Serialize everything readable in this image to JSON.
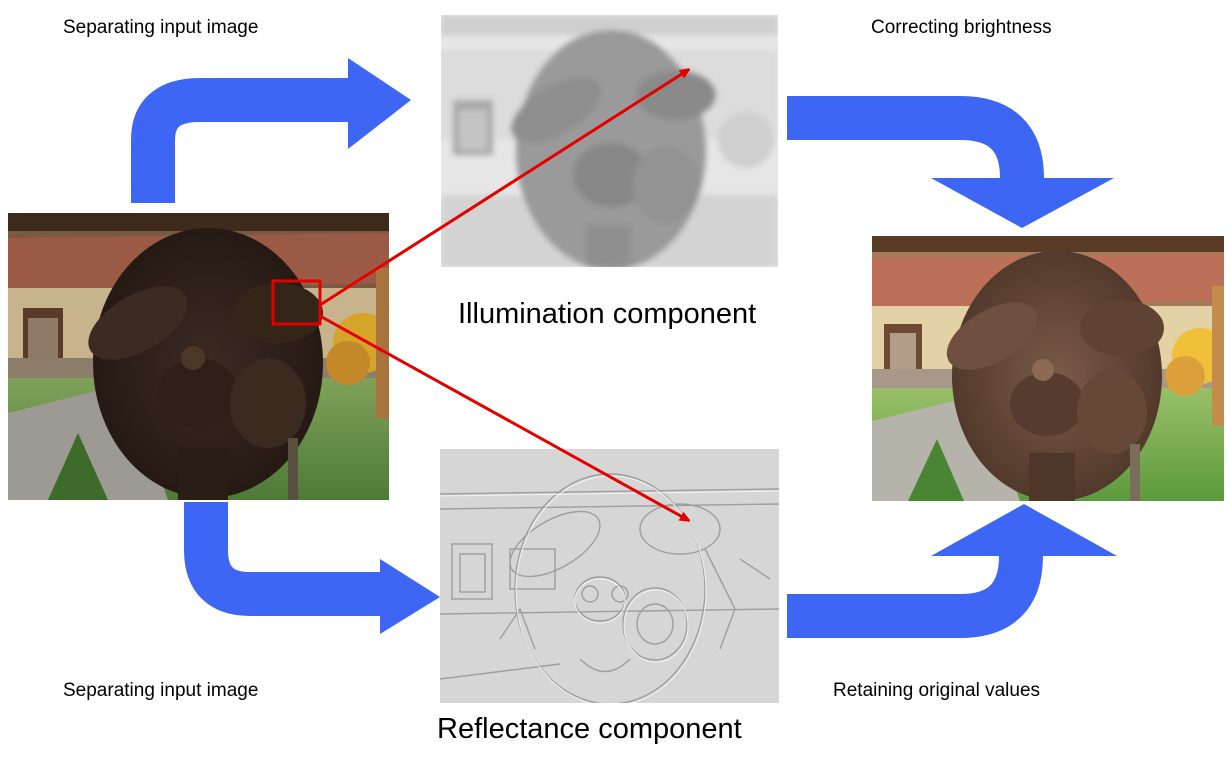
{
  "captions": {
    "top_left": "Separating input image",
    "top_right": "Correcting brightness",
    "bottom_left": "Separating input image",
    "bottom_right": "Retaining original values",
    "illumination": "Illumination component",
    "reflectance": "Reflectance component"
  },
  "colors": {
    "flow_arrow": "#3d66f5",
    "highlight": "#e50000",
    "background": "#ffffff"
  },
  "images": {
    "input": "input-photo-statue-garden",
    "illumination": "illumination-map-grayscale-blurred",
    "reflectance": "reflectance-map-gray-edges",
    "output": "brightness-corrected-photo-statue-garden"
  }
}
